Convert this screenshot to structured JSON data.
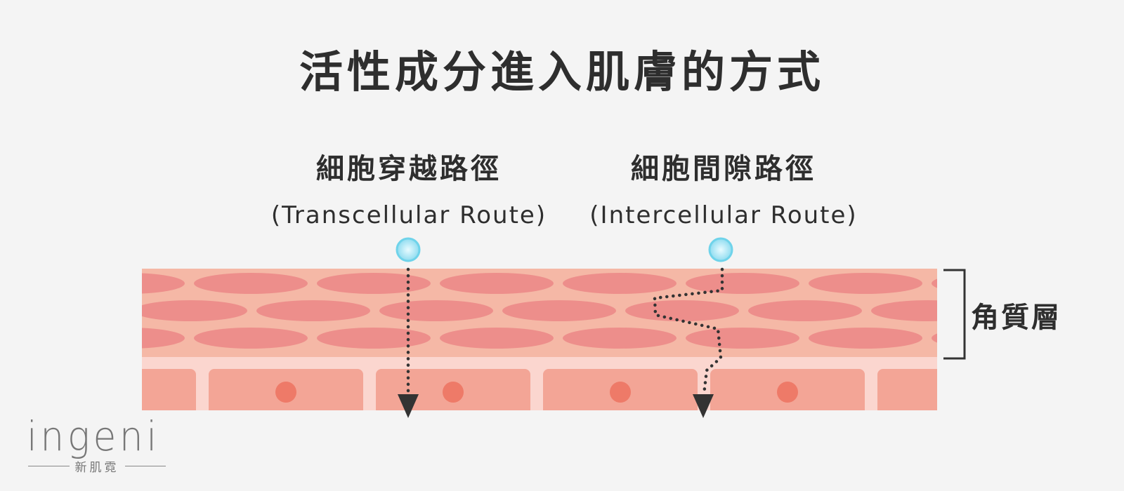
{
  "title": "活性成分進入肌膚的方式",
  "routes": [
    {
      "name_zh": "細胞穿越路徑",
      "name_en": "(Transcellular Route)"
    },
    {
      "name_zh": "細胞間隙路徑",
      "name_en": "(Intercellular Route)"
    }
  ],
  "layer_label": "角質層",
  "logo": {
    "wordmark": "ingeni",
    "subtitle": "新肌霓"
  },
  "colors": {
    "background": "#f4f4f4",
    "skin_layer": "#f5b8a6",
    "corneocyte": "#ec8585",
    "lower_cell": "#f3a596",
    "nucleus": "#ee7a68",
    "particle": "#8fdcf0",
    "path": "#333333"
  }
}
